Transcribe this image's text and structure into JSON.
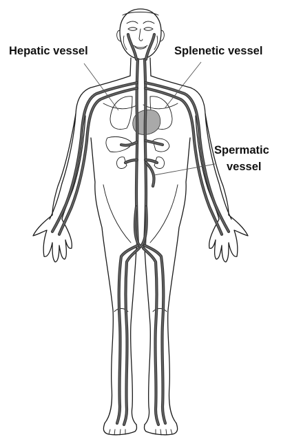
{
  "labels": {
    "hepatic": "Hepatic vessel",
    "splenetic": "Splenetic vessel",
    "spermatic_line1": "Spermatic",
    "spermatic_line2": "vessel"
  },
  "colors": {
    "vessel_dark": "#3a3a3a",
    "vessel_core": "#6a6a6a",
    "heart_fill": "#a9a9a9",
    "outline": "#1a1a1a",
    "leader": "#555555",
    "background": "#ffffff"
  },
  "icons": {
    "heart": "heart-icon",
    "kidney": "kidney-icon",
    "lung": "lung-icon"
  }
}
